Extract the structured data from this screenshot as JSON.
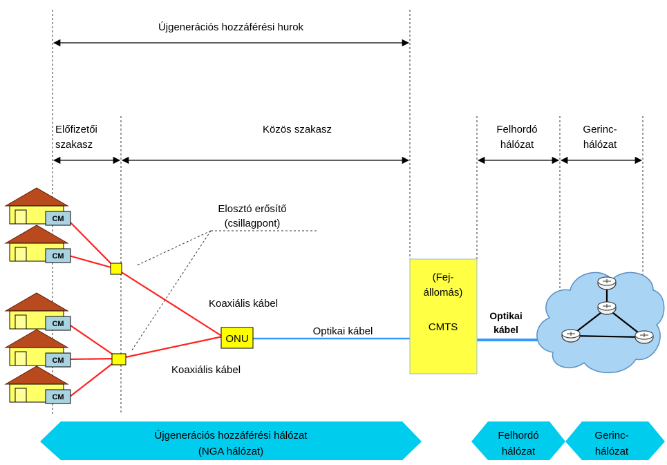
{
  "top_span": {
    "label": "Újgenerációs hozzáférési hurok"
  },
  "segments": {
    "subscriber": {
      "line1": "Előfizetői",
      "line2": "szakasz"
    },
    "shared": {
      "label": "Közös szakasz"
    },
    "backhaul": {
      "line1": "Felhordó",
      "line2": "hálózat"
    },
    "backbone": {
      "line1": "Gerinc-",
      "line2": "hálózat"
    }
  },
  "distribution_amp": {
    "line1": "Elosztó erősítő",
    "line2": "(csillagpont)"
  },
  "cables": {
    "coax_upper": "Koaxiális kábel",
    "coax_lower": "Koaxiális kábel",
    "optical": "Optikai kábel",
    "optical_dark_line1": "Optikai",
    "optical_dark_line2": "kábel"
  },
  "devices": {
    "onu": "ONU",
    "cm": "CM",
    "cmts": "CMTS",
    "headend_line1": "(Fej-",
    "headend_line2": "állomás)"
  },
  "bottom_banners": {
    "nga_line1": "Újgenerációs hozzáférési hálózat",
    "nga_line2": "(NGA hálózat)",
    "backhaul_line1": "Felhordó",
    "backhaul_line2": "hálózat",
    "backbone_line1": "Gerinc-",
    "backbone_line2": "hálózat"
  },
  "colors": {
    "house_roof": "#b84a1e",
    "house_wall": "#ffff66",
    "cm_box": "#a9d3e0",
    "coax_line": "#ff2020",
    "optical_line": "#3399ff",
    "onu_fill": "#ffff00",
    "cmts_fill": "#ffff44",
    "banner_fill": "#00ccee",
    "cloud_fill": "#aad4f4"
  }
}
